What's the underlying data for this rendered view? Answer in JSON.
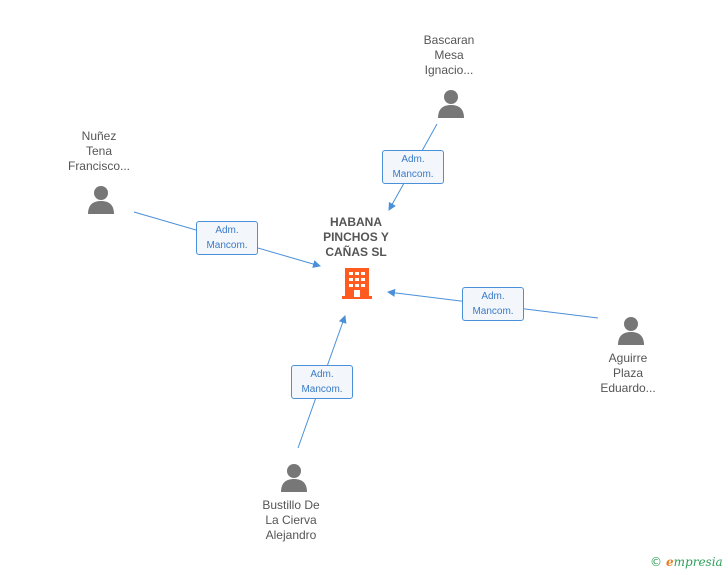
{
  "company": {
    "name_lines": [
      "HABANA",
      "PINCHOS Y",
      "CAÑAS SL"
    ],
    "icon": "building-icon",
    "color": "#ff5a1f"
  },
  "people": [
    {
      "id": "bascaran",
      "name_lines": [
        "Bascaran",
        "Mesa",
        "Ignacio..."
      ],
      "icon": "person-icon"
    },
    {
      "id": "nunez",
      "name_lines": [
        "Nuñez",
        "Tena",
        "Francisco..."
      ],
      "icon": "person-icon"
    },
    {
      "id": "aguirre",
      "name_lines": [
        "Aguirre",
        "Plaza",
        "Eduardo..."
      ],
      "icon": "person-icon"
    },
    {
      "id": "bustillo",
      "name_lines": [
        "Bustillo De",
        "La Cierva",
        "Alejandro"
      ],
      "icon": "person-icon"
    }
  ],
  "relations": [
    {
      "from": "bascaran",
      "label_lines": [
        "Adm.",
        "Mancom."
      ]
    },
    {
      "from": "nunez",
      "label_lines": [
        "Adm.",
        "Mancom."
      ]
    },
    {
      "from": "aguirre",
      "label_lines": [
        "Adm.",
        "Mancom."
      ]
    },
    {
      "from": "bustillo",
      "label_lines": [
        "Adm.",
        "Mancom."
      ]
    }
  ],
  "colors": {
    "edge": "#4a90d9",
    "person": "#777777",
    "text": "#555555"
  },
  "footer": {
    "copyright": "©",
    "brand_initial": "e",
    "brand_rest": "mpresia"
  }
}
